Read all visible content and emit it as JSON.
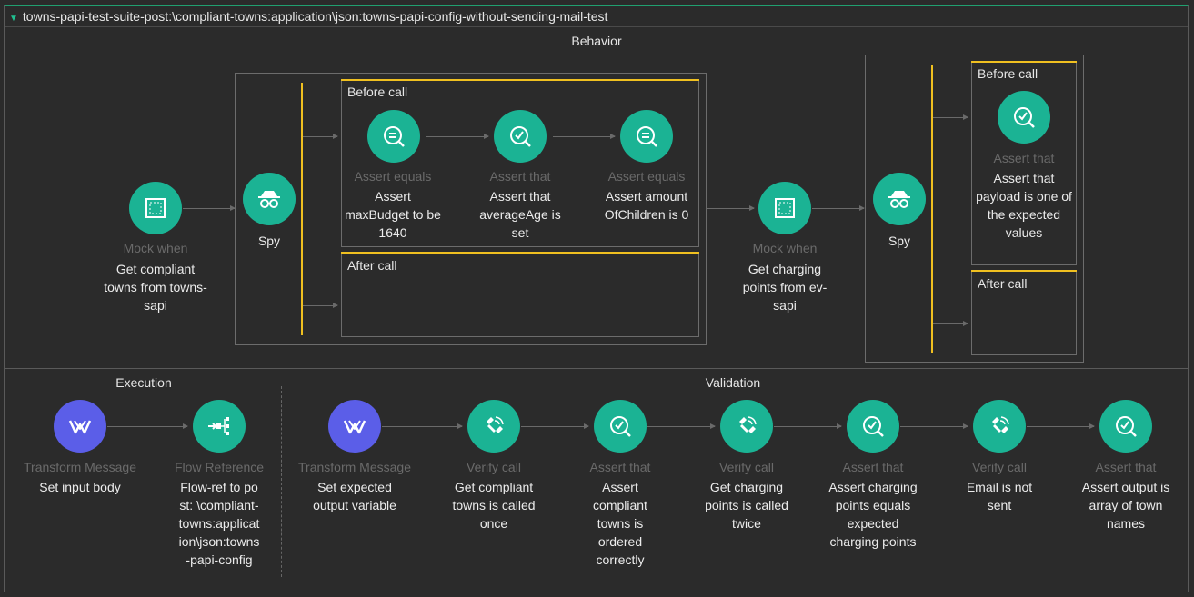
{
  "header": {
    "title": "towns-papi-test-suite-post:\\compliant-towns:application\\json:towns-papi-config-without-sending-mail-test"
  },
  "sections": {
    "behavior": "Behavior",
    "execution": "Execution",
    "validation": "Validation"
  },
  "behavior": {
    "mock1": {
      "type": "Mock when",
      "name": "Get compliant towns from towns-sapi"
    },
    "spy1": {
      "label": "Spy",
      "before_title": "Before call",
      "after_title": "After call",
      "steps": [
        {
          "type": "Assert equals",
          "name": "Assert maxBudget to be 1640"
        },
        {
          "type": "Assert that",
          "name": "Assert that averageAge is set"
        },
        {
          "type": "Assert equals",
          "name": "Assert amountOfChildren is 0"
        }
      ]
    },
    "mock2": {
      "type": "Mock when",
      "name": "Get charging points from ev-sapi"
    },
    "spy2": {
      "label": "Spy",
      "before_title": "Before call",
      "after_title": "After call",
      "step": {
        "type": "Assert that",
        "name": "Assert that payload is one of the expected values"
      }
    }
  },
  "execution": [
    {
      "type": "Transform Message",
      "name": "Set input body"
    },
    {
      "type": "Flow Reference",
      "name": "Flow-ref to post: \\compliant-towns:application\\json:towns-papi-config"
    }
  ],
  "validation": [
    {
      "type": "Transform Message",
      "name": "Set expected output variable"
    },
    {
      "type": "Verify call",
      "name": "Get compliant towns is called once"
    },
    {
      "type": "Assert that",
      "name": "Assert compliant towns is ordered correctly"
    },
    {
      "type": "Verify call",
      "name": "Get charging points is called twice"
    },
    {
      "type": "Assert that",
      "name": "Assert charging points equals expected charging points"
    },
    {
      "type": "Verify call",
      "name": "Email is not sent"
    },
    {
      "type": "Assert that",
      "name": "Assert output is array of town names"
    }
  ]
}
